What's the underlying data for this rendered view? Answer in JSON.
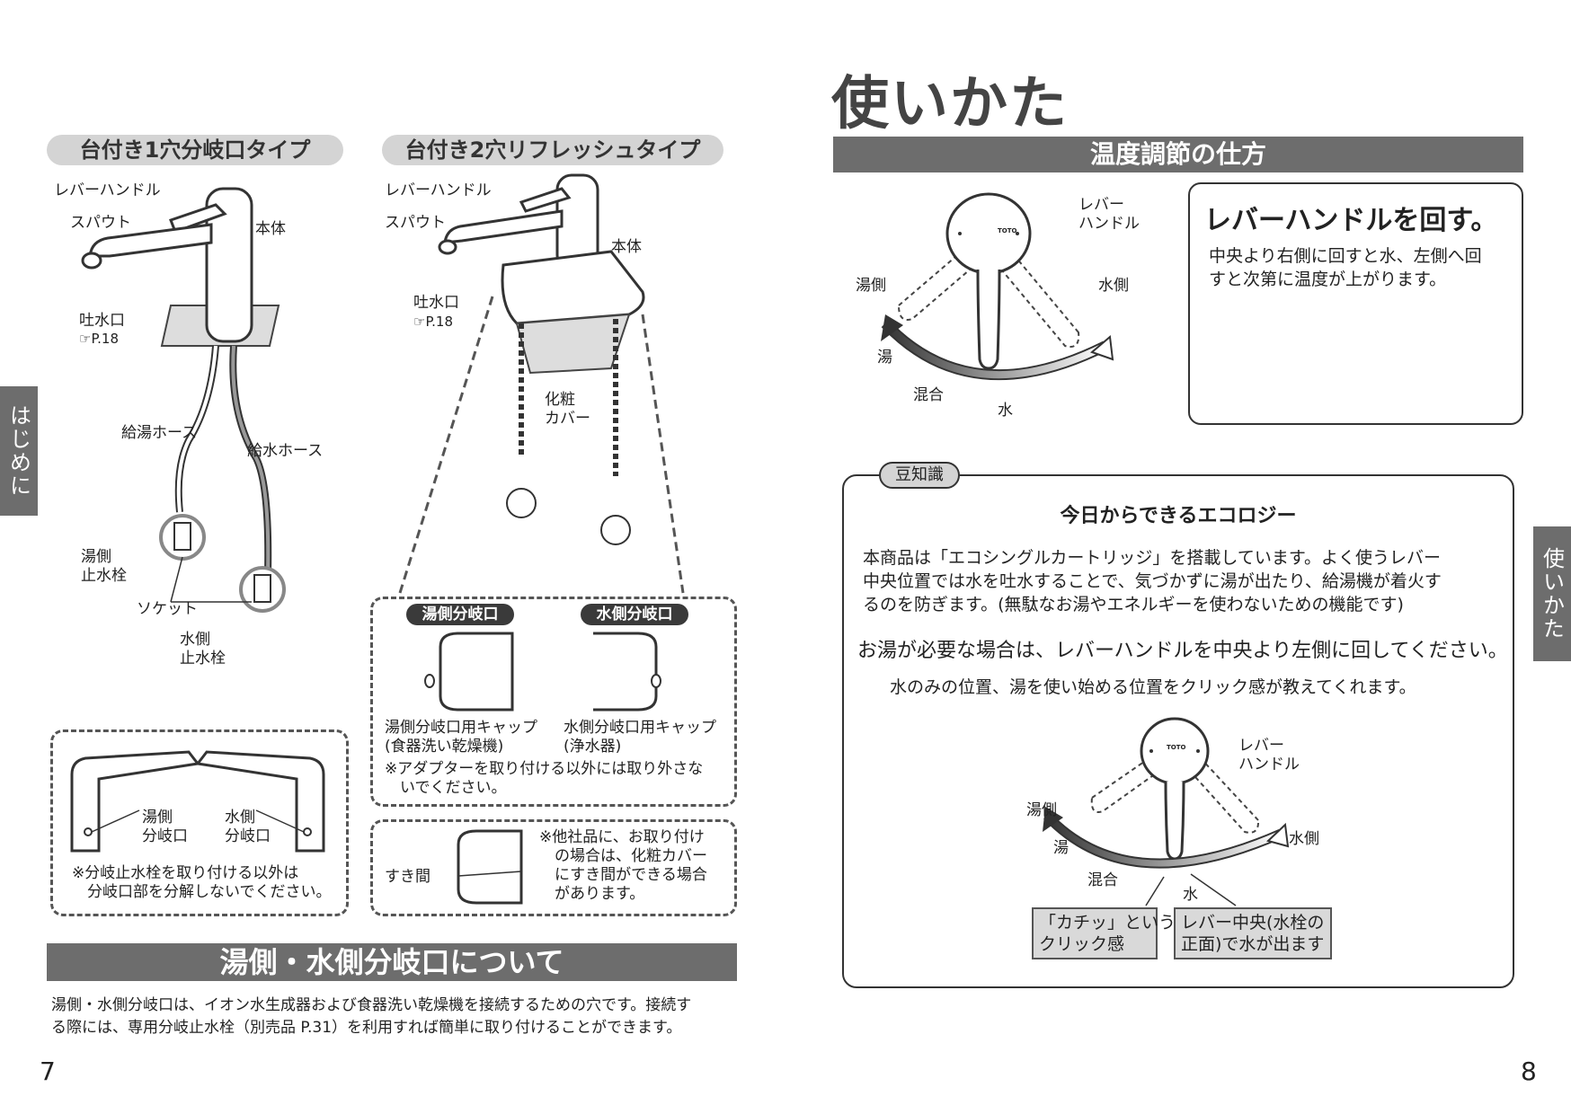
{
  "left_page": {
    "type1_title": "台付き1穴分岐口タイプ",
    "type2_title": "台付き2穴リフレッシュタイプ",
    "type1_labels": {
      "lever": "レバーハンドル",
      "spout": "スパウト",
      "body": "本体",
      "outlet": "吐水口",
      "outlet_ref": "P.18",
      "hot_hose": "給湯ホース",
      "cold_hose": "給水ホース",
      "hot_valve": "湯側\n止水栓",
      "socket": "ソケット",
      "cold_valve": "水側\n止水栓"
    },
    "type2_labels": {
      "lever": "レバーハンドル",
      "spout": "スパウト",
      "body": "本体",
      "outlet": "吐水口",
      "outlet_ref": "P.18",
      "cover": "化粧\nカバー"
    },
    "branch_box": {
      "hot_label": "湯側\n分岐口",
      "cold_label": "水側\n分岐口",
      "note": "※分岐止水栓を取り付ける以外は\n　分岐口部を分解しないでください。"
    },
    "port_box": {
      "hot_tag": "湯側分岐口",
      "cold_tag": "水側分岐口",
      "hot_cap": "湯側分岐口用キャップ\n(食器洗い乾燥機)",
      "cold_cap": "水側分岐口用キャップ\n(浄水器)",
      "note": "※アダプターを取り付ける以外には取り外さな\n　いでください。"
    },
    "gap_box": {
      "gap_label": "すき間",
      "note": "※他社品に、お取り付け\n　の場合は、化粧カバー\n　にすき間ができる場合\n　があります。"
    },
    "section_title": "湯側・水側分岐口について",
    "section_body": "湯側・水側分岐口は、イオン水生成器および食器洗い乾燥機を接続するための穴です。接続す\nる際には、専用分岐止水栓（別売品 P.31）を利用すれば簡単に取り付けることができます。",
    "side_tab": "はじめに",
    "page_number": "7"
  },
  "right_page": {
    "page_title": "使いかた",
    "section_title": "温度調節の仕方",
    "handle_labels": {
      "lever": "レバー\nハンドル",
      "hot_side": "湯側",
      "cold_side": "水側",
      "hot": "湯",
      "mix": "混合",
      "water": "水",
      "brand": "TOTO"
    },
    "instruction_title": "レバーハンドルを回す。",
    "instruction_body": "中央より右側に回すと水、左側へ回\nすと次第に温度が上がります。",
    "tip_tag": "豆知識",
    "tip_title": "今日からできるエコロジー",
    "tip_body": "本商品は「エコシングルカートリッジ」を搭載しています。よく使うレバー\n中央位置では水を吐水することで、気づかずに湯が出たり、給湯機が着火す\nるのを防ぎます。(無駄なお湯やエネルギーを使わないための機能です)",
    "tip_emphasis": "お湯が必要な場合は、レバーハンドルを中央より左側に回してください。",
    "tip_sub": "水のみの位置、湯を使い始める位置をクリック感が教えてくれます。",
    "click_callout": "「カチッ」という\nクリック感",
    "center_callout": "レバー中央(水栓の\n正面)で水が出ます",
    "side_tab": "使いかた",
    "page_number": "8"
  }
}
